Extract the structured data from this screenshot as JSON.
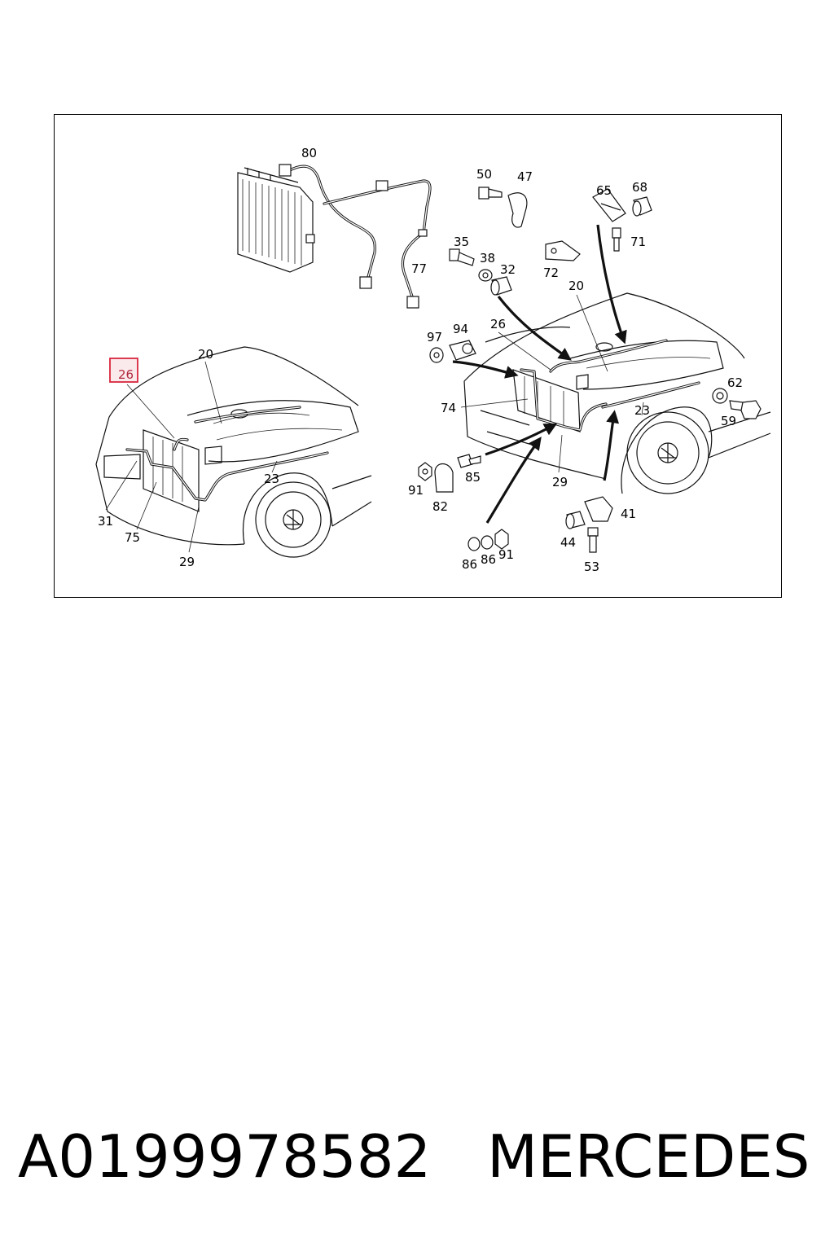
{
  "diagram": {
    "highlighted_callout": "26",
    "highlight_color": "#d9263d",
    "callouts": {
      "c80": "80",
      "c77": "77",
      "c50": "50",
      "c47": "47",
      "c65": "65",
      "c68": "68",
      "c71": "71",
      "c35": "35",
      "c38": "38",
      "c32": "32",
      "c72": "72",
      "c20_left": "20",
      "c23_left": "23",
      "c31": "31",
      "c75": "75",
      "c29_left": "29",
      "c20_right": "20",
      "c26_right": "26",
      "c97": "97",
      "c94": "94",
      "c74": "74",
      "c23_right": "23",
      "c62": "62",
      "c59": "59",
      "c29_right": "29",
      "c91_a": "91",
      "c85": "85",
      "c82": "82",
      "c41": "41",
      "c44": "44",
      "c53": "53",
      "c86_a": "86",
      "c86_b": "86",
      "c91_b": "91"
    }
  },
  "caption": {
    "part_number": "A0199978582",
    "brand": "MERCEDES"
  }
}
